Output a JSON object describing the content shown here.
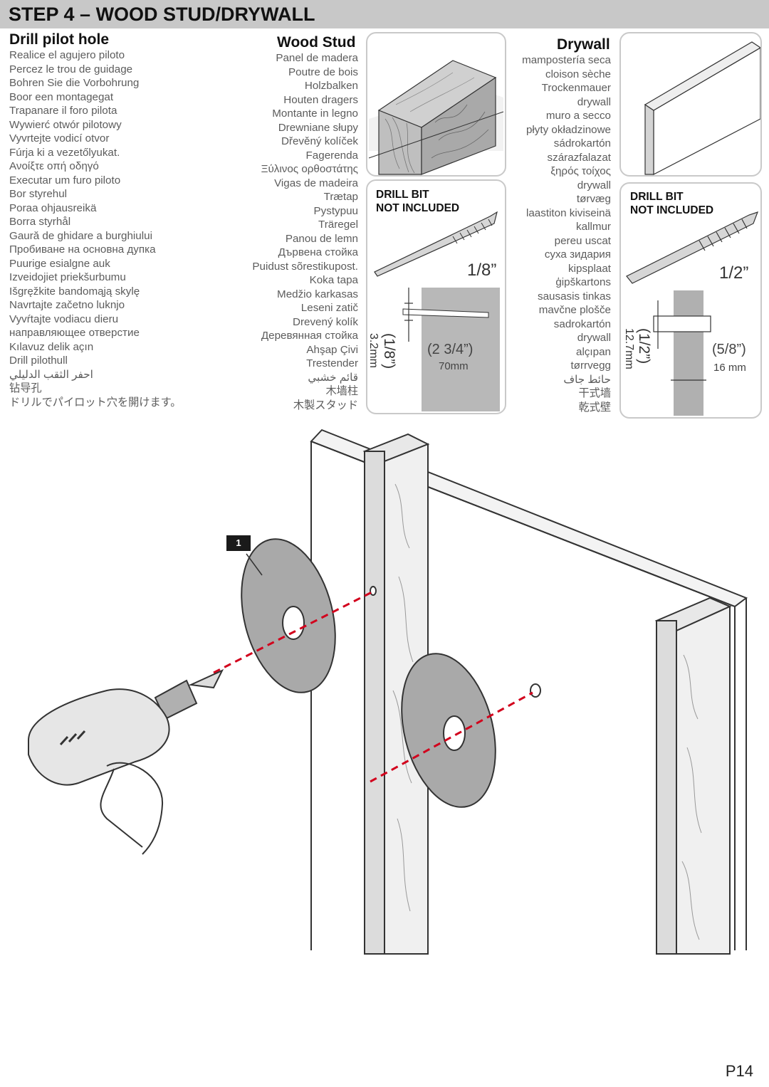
{
  "header": {
    "title": "STEP 4 – WOOD STUD/DRYWALL"
  },
  "pilot": {
    "heading": "Drill pilot hole",
    "translations": [
      "Realice el agujero piloto",
      "Percez le trou de guidage",
      "Bohren Sie die Vorbohrung",
      "Boor een montagegat",
      "Trapanare il foro pilota",
      "Wywierć otwór pilotowy",
      "Vyvrtejte vodicí otvor",
      "Fúrja ki a vezetőlyukat.",
      "Ανοίξτε οπή οδηγό",
      "Executar um furo piloto",
      "Bor styrehul",
      "Poraa ohjausreikä",
      "Borra styrhål",
      "Gaură de ghidare a burghiului",
      "Пробиване на основна дупка",
      "Puurige esialgne auk",
      "Izveidojiet priekšurbumu",
      "Išgręžkite bandomąją skylę",
      "Navrtajte začetno luknjo",
      "Vyvŕtajte vodiacu dieru",
      "направляющее отверстие",
      "Kılavuz delik açın",
      "Drill pilothull",
      "احفر الثقب الدليلي",
      "钻导孔",
      "ドリルでパイロット穴を開けます。"
    ]
  },
  "wood_stud": {
    "heading": "Wood Stud",
    "translations": [
      "Panel de madera",
      "Poutre de bois",
      "Holzbalken",
      "Houten dragers",
      "Montante in legno",
      "Drewniane słupy",
      "Dřevěný kolíček",
      "Fagerenda",
      "Ξύλινος ορθοστάτης",
      "Vigas de madeira",
      "Trætap",
      "Pystypuu",
      "Träregel",
      "Panou de lemn",
      "Дървена стойка",
      "Puidust sõrestikupost.",
      "Koka tapa",
      "Medžio karkasas",
      "Leseni zatič",
      "Drevený kolík",
      "Деревянная стойка",
      "Ahşap Çivi",
      "Trestender",
      "قائم خشبي",
      "木墙柱",
      "木製スタッド"
    ],
    "drill_bit_line1": "DRILL BIT",
    "drill_bit_line2": "NOT INCLUDED",
    "bit_size": "1/8”",
    "hole_inch": "(1/8”)",
    "hole_mm": "3.2mm",
    "depth_inch": "(2 3/4”)",
    "depth_mm": "70mm"
  },
  "drywall": {
    "heading": "Drywall",
    "translations": [
      "mampostería seca",
      "cloison sèche",
      "Trockenmauer",
      "drywall",
      "muro a secco",
      "płyty okładzinowe",
      "sádrokartón",
      "szárazfalazat",
      "ξηρός τοίχος",
      "drywall",
      "tørvæg",
      "laastiton kiviseinä",
      "kallmur",
      "pereu uscat",
      "суха зидария",
      "kipsplaat",
      "ģipškartons",
      "sausasis tinkas",
      "mavčne plošče",
      "sadrokartón",
      "drywall",
      "alçıpan",
      "tørrvegg",
      "حائط جاف",
      "干式墙",
      "乾式壁"
    ],
    "drill_bit_line1": "DRILL BIT",
    "drill_bit_line2": "NOT INCLUDED",
    "bit_size": "1/2”",
    "hole_inch": "(1/2”)",
    "hole_mm": "12.7mm",
    "depth_inch": "(5/8”)",
    "depth_mm": "16 mm"
  },
  "illustration": {
    "step_badge": "1"
  },
  "footer": {
    "page_number": "P14"
  }
}
